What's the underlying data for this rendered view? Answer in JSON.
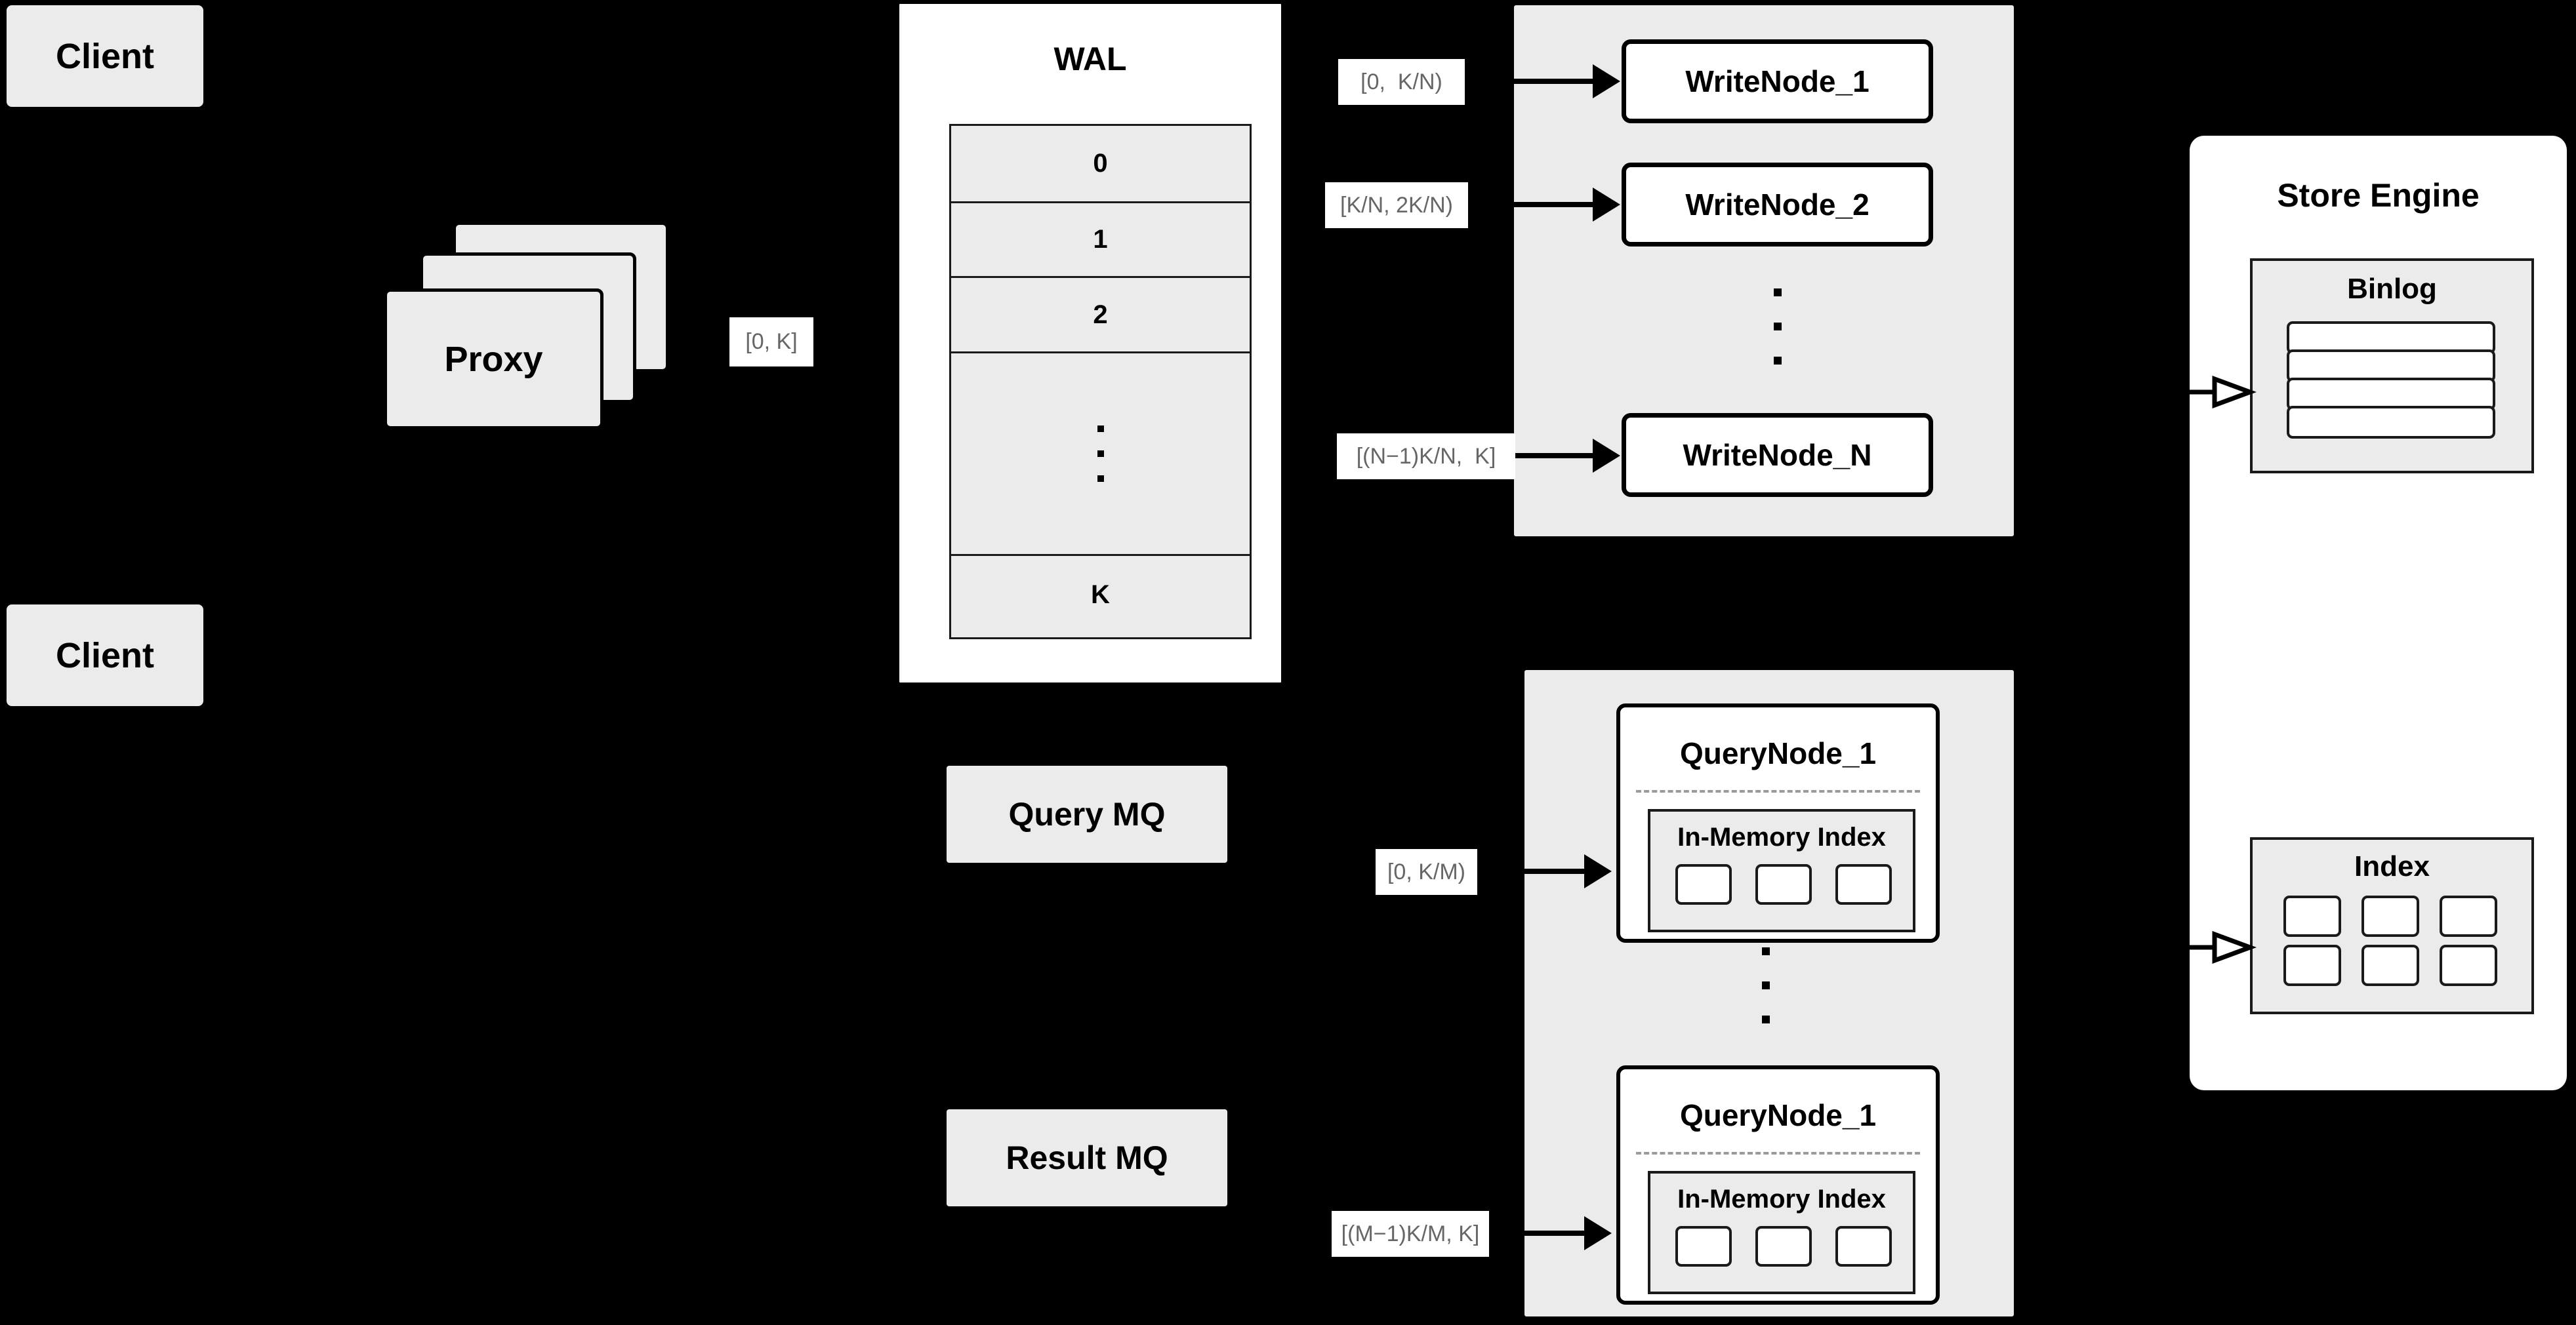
{
  "diagram": {
    "title": "Distributed write/query architecture",
    "background_color": "#000000",
    "box_fill": "#ebebeb",
    "panel_fill": "#ffffff",
    "label_text_color": "#666666"
  },
  "clients": [
    {
      "label": "Client"
    },
    {
      "label": "Client"
    }
  ],
  "proxy": {
    "label": "Proxy",
    "stack_count": 3
  },
  "edge_labels": {
    "proxy_to_wal": "[0, K]",
    "wal_to_write_1": "[0,  K/N)",
    "wal_to_write_2": "[K/N, 2K/N)",
    "wal_to_write_n": "[(N−1)K/N,  K]",
    "to_query_1": "[0, K/M)",
    "to_query_m": "[(M−1)K/M, K]"
  },
  "wal": {
    "title": "WAL",
    "rows": [
      "0",
      "1",
      "2",
      "...",
      "K"
    ],
    "ellipsis_dots": 3
  },
  "write_pool": {
    "nodes": [
      {
        "label": "WriteNode_1"
      },
      {
        "label": "WriteNode_2"
      },
      {
        "label": "WriteNode_N"
      }
    ],
    "ellipsis_dots": 3
  },
  "message_queues": [
    {
      "label": "Query MQ"
    },
    {
      "label": "Result MQ"
    }
  ],
  "query_pool": {
    "nodes": [
      {
        "title": "QueryNode_1",
        "index_title": "In-Memory Index",
        "index_cells": 3
      },
      {
        "title": "QueryNode_1",
        "index_title": "In-Memory Index",
        "index_cells": 3
      }
    ],
    "ellipsis_dots": 3
  },
  "store_engine": {
    "title": "Store Engine",
    "binlog": {
      "title": "Binlog",
      "rows": 4
    },
    "index": {
      "title": "Index",
      "cells": 6
    }
  }
}
